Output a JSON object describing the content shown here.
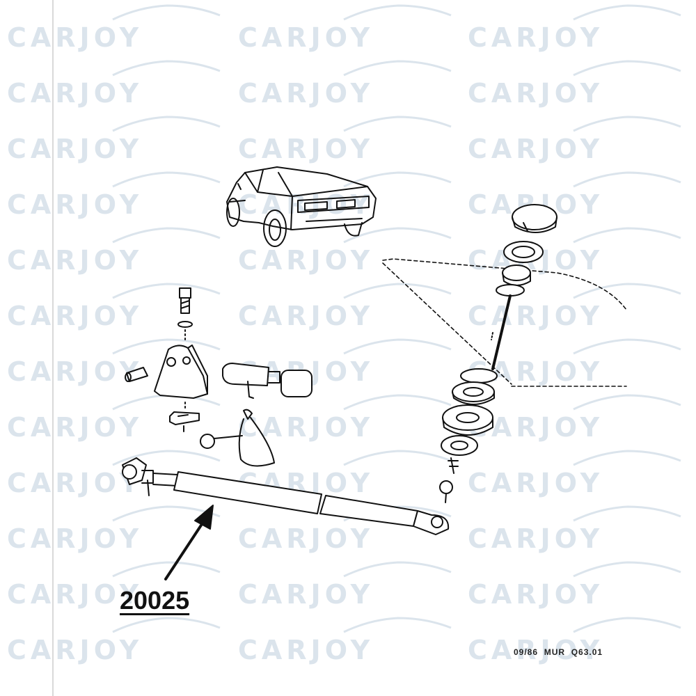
{
  "watermark": {
    "text": "CARJOY",
    "color": "#bccdde"
  },
  "diagram": {
    "part_number": "20025",
    "document_reference": "09/86  MUR  Q63.01"
  },
  "icons": {
    "car": "car-rear-three-quarter-icon",
    "arrow": "pointer-arrow-icon"
  },
  "colors": {
    "ink": "#111111",
    "paper": "#ffffff"
  }
}
